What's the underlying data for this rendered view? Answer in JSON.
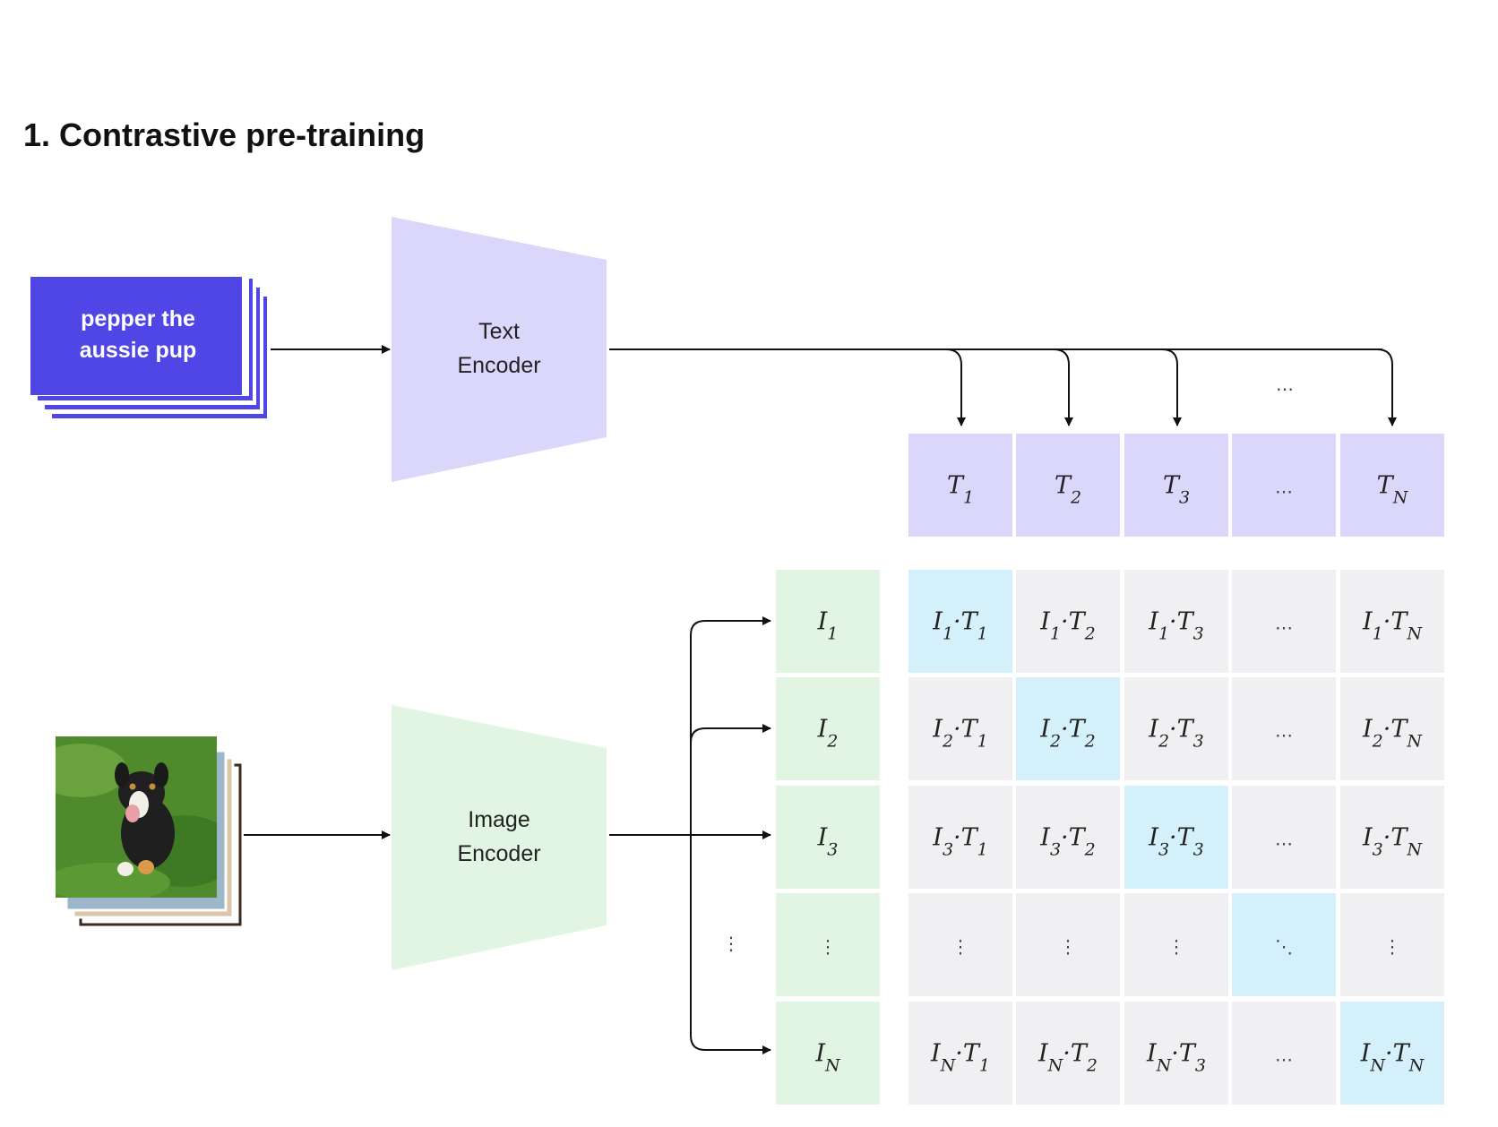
{
  "title": "1. Contrastive pre-training",
  "text_input": {
    "caption_line1": "pepper the",
    "caption_line2": "aussie pup"
  },
  "text_encoder": {
    "line1": "Text",
    "line2": "Encoder"
  },
  "image_encoder": {
    "line1": "Image",
    "line2": "Encoder"
  },
  "text_embeddings": [
    {
      "base": "T",
      "sub": "1"
    },
    {
      "base": "T",
      "sub": "2"
    },
    {
      "base": "T",
      "sub": "3"
    },
    {
      "base": "…",
      "sub": ""
    },
    {
      "base": "T",
      "sub": "N"
    }
  ],
  "image_embeddings": [
    {
      "base": "I",
      "sub": "1"
    },
    {
      "base": "I",
      "sub": "2"
    },
    {
      "base": "I",
      "sub": "3"
    },
    {
      "base": "⋮",
      "sub": ""
    },
    {
      "base": "I",
      "sub": "N"
    }
  ],
  "ellipsis": {
    "horizontal": "…",
    "vertical": "⋮",
    "diagonal": "⋱"
  },
  "colors": {
    "caption_box": "#5046e5",
    "text_encoder": "#dad7fa",
    "image_encoder": "#e1f5e2",
    "text_cell": "#dad7fa",
    "image_cell": "#e1f5e2",
    "matrix_cell": "#f0f0f2",
    "diagonal_cell": "#d4f0fa"
  }
}
